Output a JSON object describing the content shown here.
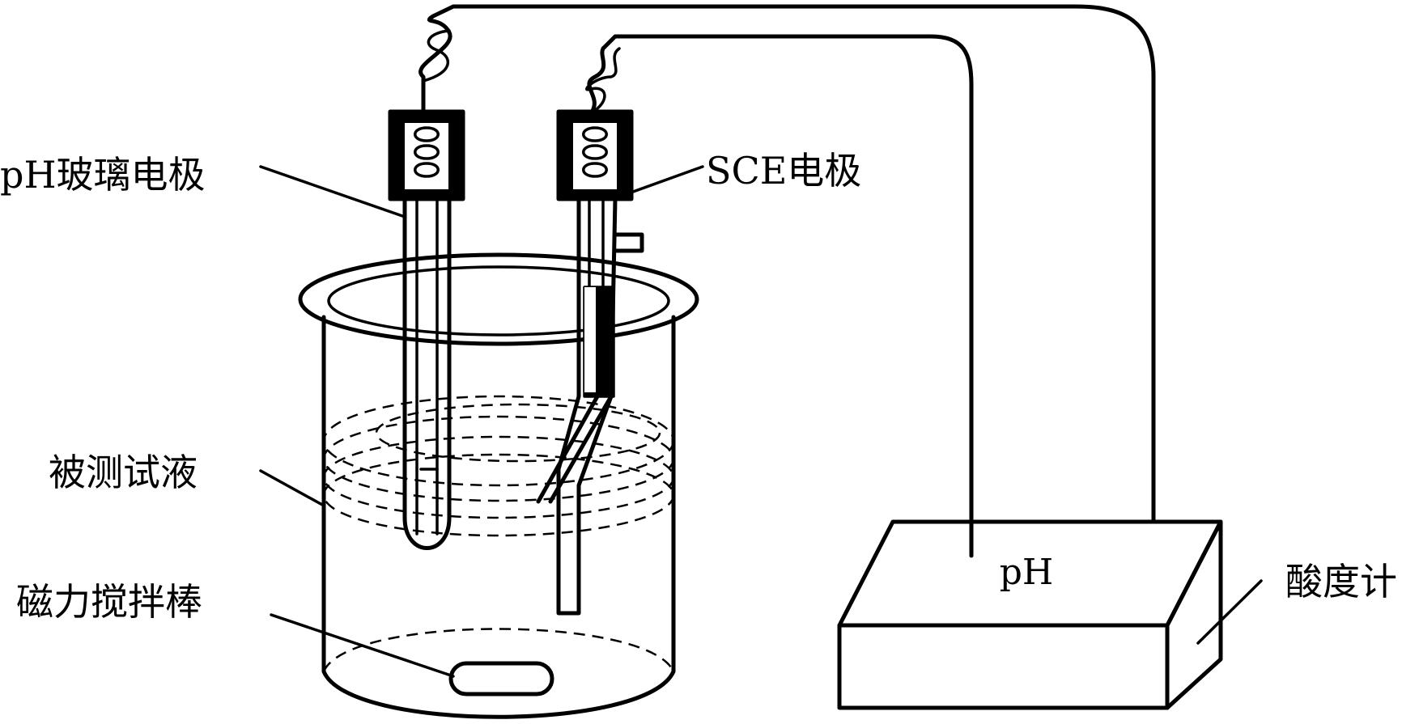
{
  "labels": {
    "ph_glass_electrode": "pH玻璃电极",
    "sce_electrode": "SCE电极",
    "test_solution": "被测试液",
    "magnetic_stir_bar": "磁力搅拌棒",
    "meter_display": "pH",
    "ph_meter": "酸度计"
  },
  "colors": {
    "line": "#000000",
    "background": "#ffffff"
  }
}
